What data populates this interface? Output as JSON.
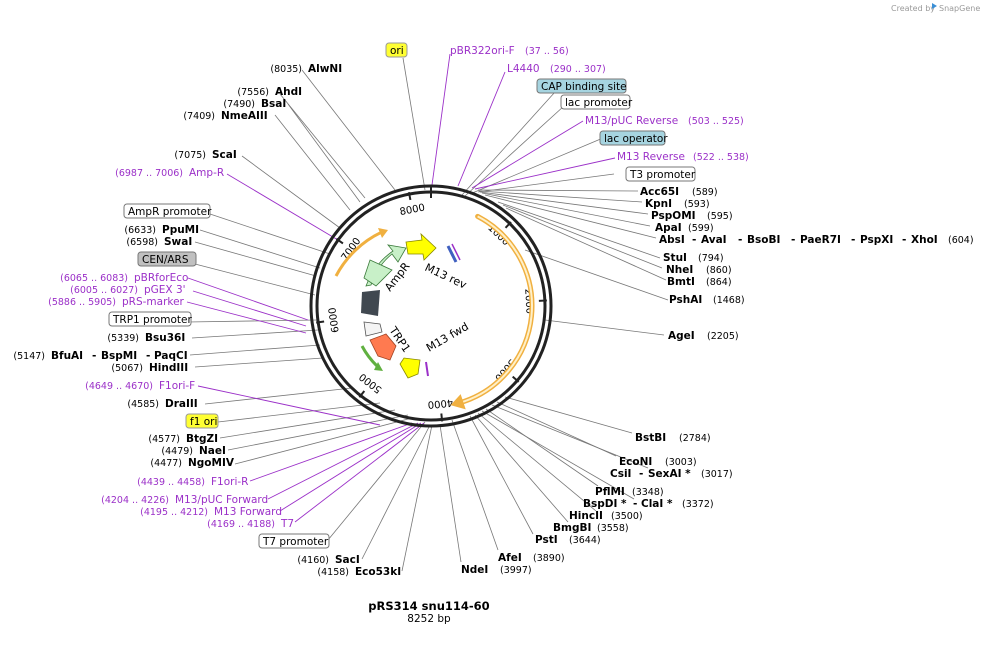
{
  "credit": {
    "prefix": "Created by",
    "brand": "SnapGene"
  },
  "plasmid": {
    "name": "pRS314 snu114-60",
    "length": "8252 bp",
    "total_bp": 8252
  },
  "ring_ticks": [
    "1000",
    "2000",
    "3000",
    "4000",
    "5000",
    "6000",
    "7000",
    "8000"
  ],
  "sites": [
    {
      "name": "AlwNI",
      "pos": "(8035)"
    },
    {
      "name": "AhdI",
      "pos": "(7556)"
    },
    {
      "name": "BsaI",
      "pos": "(7490)"
    },
    {
      "name": "NmeAIII",
      "pos": "(7409)"
    },
    {
      "name": "ScaI",
      "pos": "(7075)"
    },
    {
      "name": "PpuMI",
      "pos": "(6633)"
    },
    {
      "name": "SwaI",
      "pos": "(6598)"
    },
    {
      "name": "Bsu36I",
      "pos": "(5339)"
    },
    {
      "name": "BfuAI",
      "pos": "(5147)"
    },
    {
      "name": "BspMI",
      "pos": ""
    },
    {
      "name": "PaqCI",
      "pos": ""
    },
    {
      "name": "HindIII",
      "pos": "(5067)"
    },
    {
      "name": "DraIII",
      "pos": "(4585)"
    },
    {
      "name": "BtgZI",
      "pos": "(4577)"
    },
    {
      "name": "NaeI",
      "pos": "(4479)"
    },
    {
      "name": "NgoMIV",
      "pos": "(4477)"
    },
    {
      "name": "SacI",
      "pos": "(4160)"
    },
    {
      "name": "Eco53kI",
      "pos": "(4158)"
    },
    {
      "name": "NdeI",
      "pos": "(3997)"
    },
    {
      "name": "AfeI",
      "pos": "(3890)"
    },
    {
      "name": "PstI",
      "pos": "(3644)"
    },
    {
      "name": "BmgBI",
      "pos": "(3558)"
    },
    {
      "name": "HincII",
      "pos": "(3500)"
    },
    {
      "name": "BspDI *",
      "pos": ""
    },
    {
      "name": "ClaI *",
      "pos": "(3372)"
    },
    {
      "name": "PflMI",
      "pos": "(3348)"
    },
    {
      "name": "CsiI",
      "pos": ""
    },
    {
      "name": "SexAI *",
      "pos": "(3017)"
    },
    {
      "name": "EcoNI",
      "pos": "(3003)"
    },
    {
      "name": "BstBI",
      "pos": "(2784)"
    },
    {
      "name": "AgeI",
      "pos": "(2205)"
    },
    {
      "name": "PshAI",
      "pos": "(1468)"
    },
    {
      "name": "BmtI",
      "pos": "(864)"
    },
    {
      "name": "NheI",
      "pos": "(860)"
    },
    {
      "name": "StuI",
      "pos": "(794)"
    },
    {
      "name": "AbsI",
      "pos": ""
    },
    {
      "name": "AvaI",
      "pos": ""
    },
    {
      "name": "BsoBI",
      "pos": ""
    },
    {
      "name": "PaeR7I",
      "pos": ""
    },
    {
      "name": "PspXI",
      "pos": ""
    },
    {
      "name": "XhoI",
      "pos": "(604)"
    },
    {
      "name": "ApaI",
      "pos": "(599)"
    },
    {
      "name": "PspOMI",
      "pos": "(595)"
    },
    {
      "name": "KpnI",
      "pos": "(593)"
    },
    {
      "name": "Acc65I",
      "pos": "(589)"
    }
  ],
  "primers": [
    {
      "name": "pBR322ori-F",
      "range": "(37 .. 56)"
    },
    {
      "name": "L4440",
      "range": "(290 .. 307)"
    },
    {
      "name": "M13/pUC Reverse",
      "range": "(503 .. 525)"
    },
    {
      "name": "M13 Reverse",
      "range": "(522 .. 538)"
    },
    {
      "name": "Amp-R",
      "range": "(6987 .. 7006)"
    },
    {
      "name": "pBRforEco",
      "range": "(6065 .. 6083)"
    },
    {
      "name": "pGEX 3'",
      "range": "(6005 .. 6027)"
    },
    {
      "name": "pRS-marker",
      "range": "(5886 .. 5905)"
    },
    {
      "name": "F1ori-F",
      "range": "(4649 .. 4670)"
    },
    {
      "name": "F1ori-R",
      "range": "(4439 .. 4458)"
    },
    {
      "name": "M13/pUC Forward",
      "range": "(4204 .. 4226)"
    },
    {
      "name": "M13 Forward",
      "range": "(4195 .. 4212)"
    },
    {
      "name": "T7",
      "range": "(4169 .. 4188)"
    }
  ],
  "boxed_features": [
    {
      "name": "ori",
      "color": "#ffff33"
    },
    {
      "name": "CAP binding site",
      "color": "#a6d4e0"
    },
    {
      "name": "lac promoter",
      "color": "#ffffff"
    },
    {
      "name": "lac operator",
      "color": "#a6d4e0"
    },
    {
      "name": "T3 promoter",
      "color": "#ffffff"
    },
    {
      "name": "AmpR promoter",
      "color": "#ffffff"
    },
    {
      "name": "CEN/ARS",
      "color": "#c0c0c0"
    },
    {
      "name": "TRP1 promoter",
      "color": "#ffffff"
    },
    {
      "name": "f1 ori",
      "color": "#ffff33"
    },
    {
      "name": "T7 promoter",
      "color": "#ffffff"
    }
  ],
  "inner_features": [
    {
      "name": "M13 rev"
    },
    {
      "name": "AmpR"
    },
    {
      "name": "TRP1"
    },
    {
      "name": "M13 fwd"
    }
  ],
  "colors": {
    "primer": "#9b30c8",
    "ori_arc": "#f0b040",
    "ampr": "#c8f0c8",
    "cen": "#404850",
    "trp1": "#ff7a50",
    "m13": "#ffff00"
  }
}
